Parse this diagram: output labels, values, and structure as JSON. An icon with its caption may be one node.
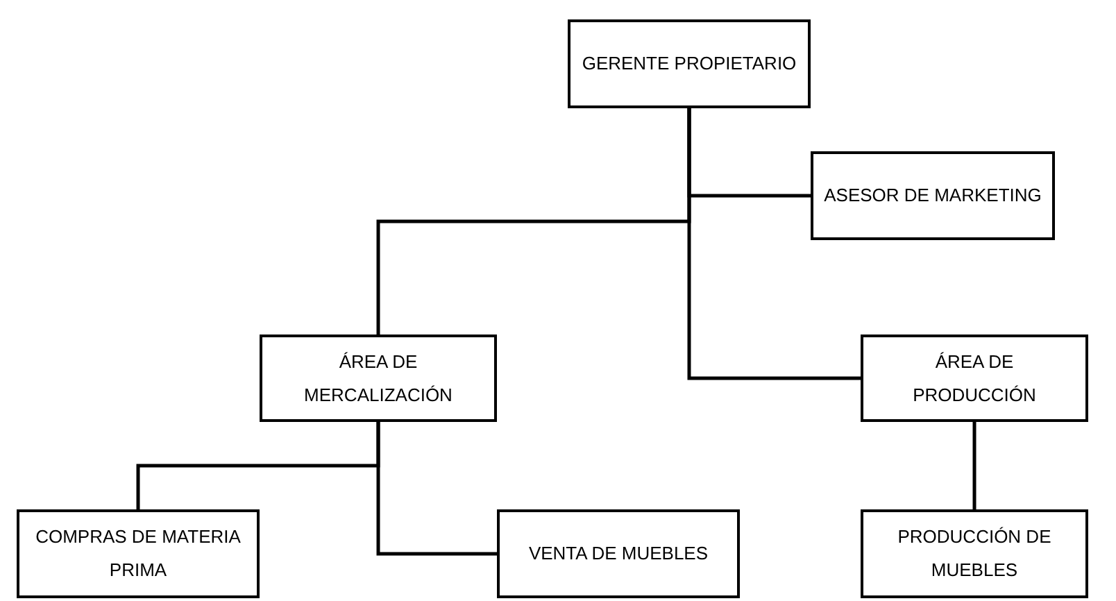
{
  "diagram": {
    "nodes": [
      {
        "text": [
          "GERENTE PROPIETARIO"
        ]
      },
      {
        "text": [
          "ASESOR DE MARKETING"
        ]
      },
      {
        "text": [
          "ÁREA DE MERCALIZACIÓN"
        ]
      },
      {
        "text": [
          "ÁREA DE PRODUCCIÓN"
        ]
      },
      {
        "text": [
          "COMPRAS DE MATERIA PRIMA"
        ]
      },
      {
        "text": [
          "VENTA DE MUEBLES"
        ]
      },
      {
        "text": [
          "PRODUCCIÓN DE MUEBLES"
        ]
      }
    ],
    "edges": [
      {
        "from": 0,
        "to": 1,
        "arrow": "none"
      },
      {
        "from": 0,
        "to": 2,
        "arrow": "none"
      },
      {
        "from": 0,
        "to": 3,
        "arrow": "none"
      },
      {
        "from": 2,
        "to": 4,
        "arrow": "none"
      },
      {
        "from": 2,
        "to": 5,
        "arrow": "none"
      },
      {
        "from": 3,
        "to": 6,
        "arrow": "none"
      }
    ]
  }
}
